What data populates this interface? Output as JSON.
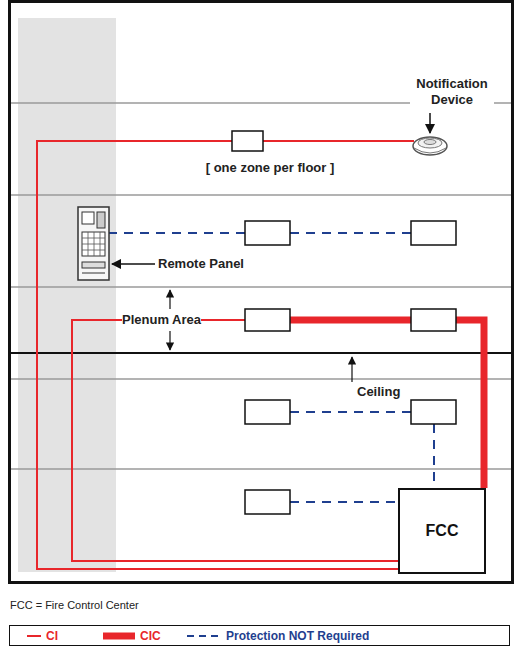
{
  "diagram": {
    "nodes": [
      {
        "text": [
          "FCC"
        ]
      }
    ],
    "labels": [
      "Notification Device",
      "[ one zone per floor ]",
      "Remote Panel",
      "Plenum Area",
      "Ceiling",
      "FCC = Fire Control Center"
    ],
    "legend": [
      {
        "text": "CI"
      },
      {
        "text": "CIC"
      },
      {
        "text": "Protection NOT Required"
      }
    ]
  }
}
